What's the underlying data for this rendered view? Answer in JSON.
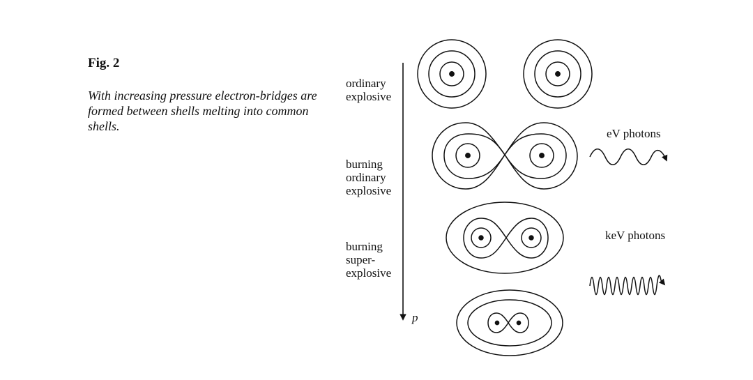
{
  "caption": {
    "label": "Fig. 2",
    "text": "With increasing pressure electron-bridges are formed between shells melting into common shells."
  },
  "stages": [
    {
      "label": "ordinary\nexplosive"
    },
    {
      "label": "burning\nordinary\nexplosive"
    },
    {
      "label": "burning\nsuper-\nexplosive"
    }
  ],
  "axis": {
    "label": "p"
  },
  "photons": [
    {
      "label": "eV photons"
    },
    {
      "label": "keV photons"
    }
  ]
}
